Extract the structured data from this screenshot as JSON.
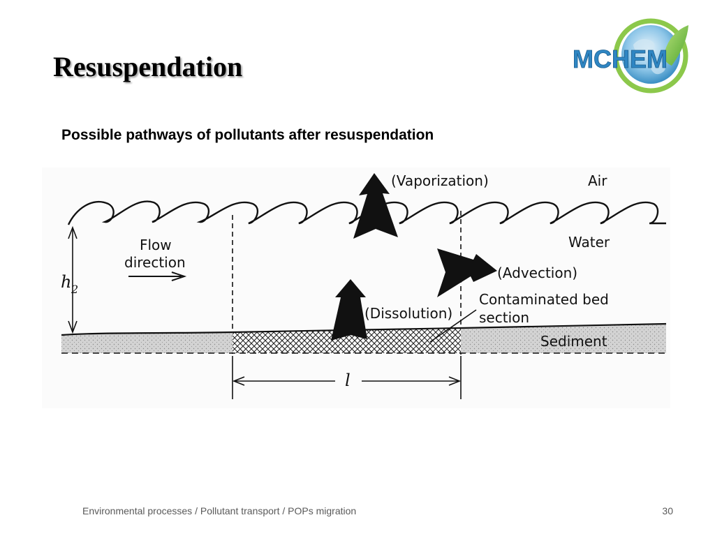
{
  "slide": {
    "title": "Resuspendation",
    "subtitle": "Possible pathways of pollutants after resuspendation"
  },
  "logo": {
    "text": "MCHEM",
    "icon": "globe-leaf-logo",
    "colors": {
      "text": "#2f8fc8",
      "ring": "#7cc242",
      "globe": "#5aa9dd"
    }
  },
  "figure": {
    "labels": {
      "vaporization": "(Vaporization)",
      "air": "Air",
      "water": "Water",
      "flow_line1": "Flow",
      "flow_line2": "direction",
      "advection": "(Advection)",
      "dissolution": "(Dissolution)",
      "contaminated_line1": "Contaminated bed",
      "contaminated_line2": "section",
      "sediment": "Sediment",
      "depth_symbol": "h",
      "depth_subscript": "2",
      "length_symbol": "l"
    },
    "colors": {
      "ink": "#111111",
      "sediment": "#d9d9d9",
      "background": "#ffffff"
    }
  },
  "footer": {
    "text": "Environmental processes / Pollutant transport / POPs migration",
    "page": "30"
  }
}
